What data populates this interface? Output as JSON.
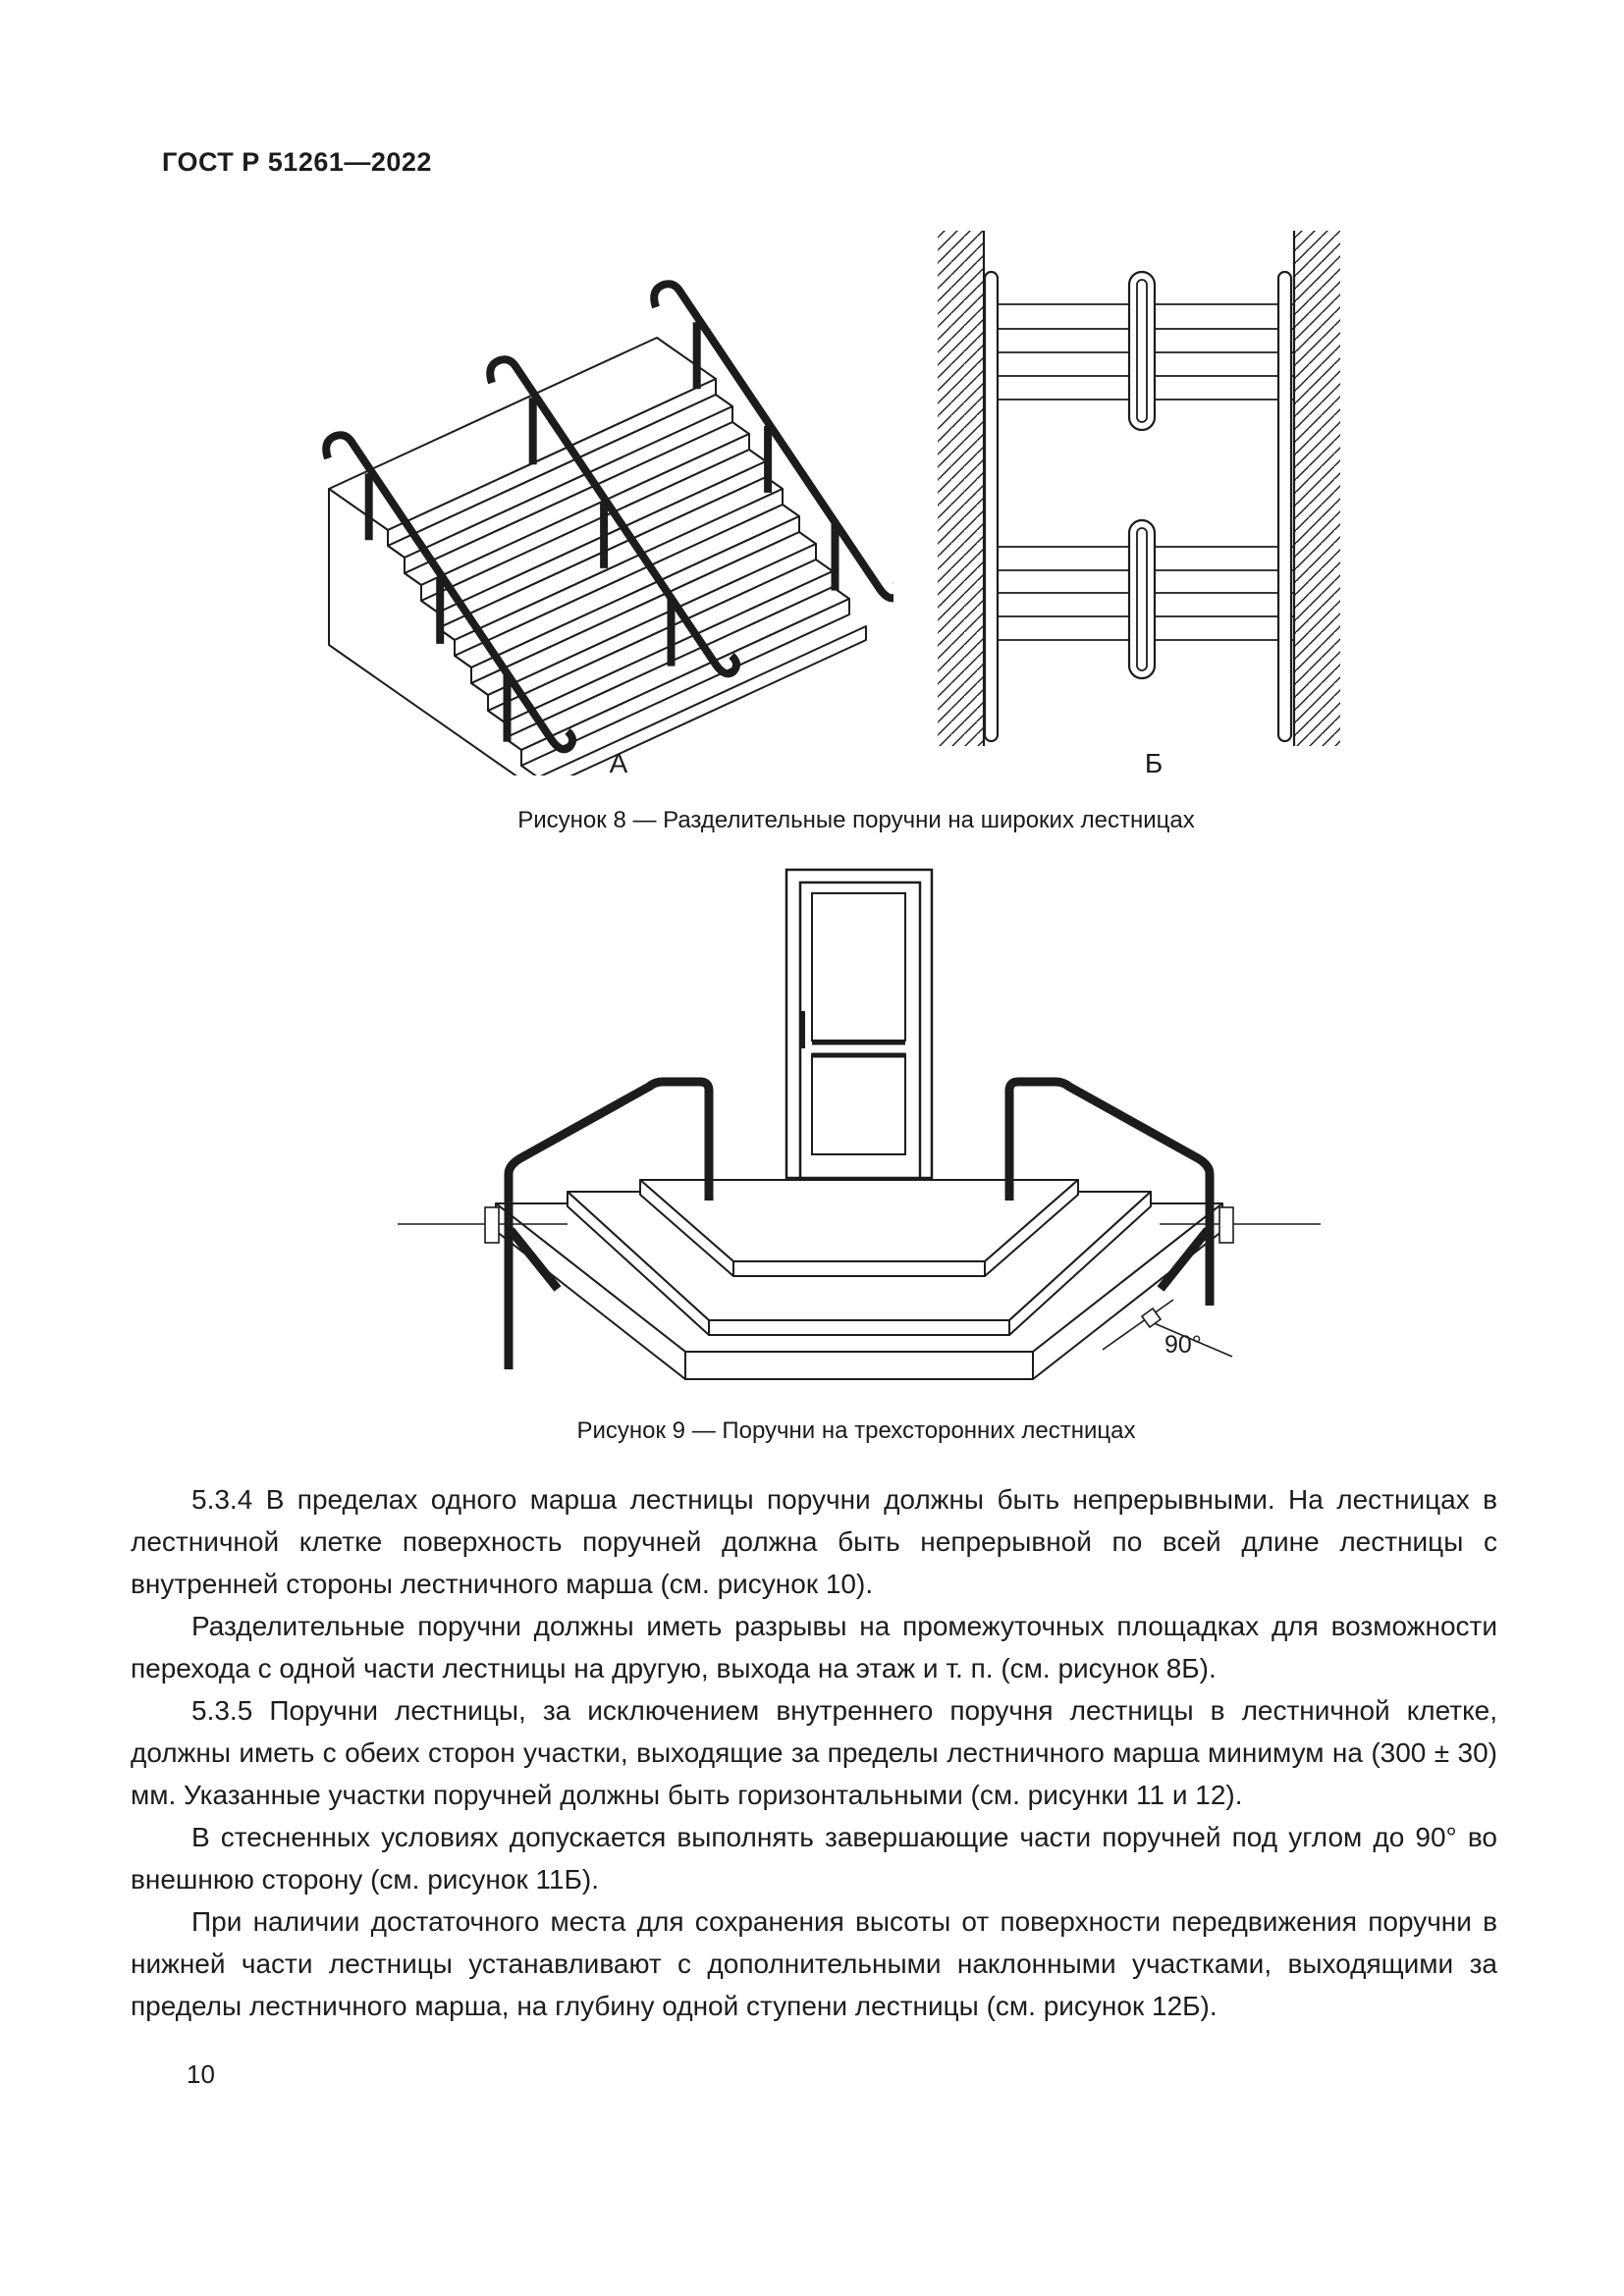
{
  "header": {
    "standard_code": "ГОСТ Р 51261—2022"
  },
  "figure8": {
    "label_a": "А",
    "label_b": "Б",
    "caption": "Рисунок 8 — Разделительные поручни на широких лестницах"
  },
  "figure9": {
    "caption": "Рисунок 9 — Поручни на трехсторонних лестницах",
    "angle_label": "90°"
  },
  "body": {
    "paragraphs": [
      "5.3.4 В пределах одного марша лестницы поручни должны быть непрерывными. На лестницах в лестничной клетке поверхность поручней должна быть непрерывной по всей длине лестницы с внутренней стороны лестничного марша (см. рисунок 10).",
      "Разделительные поручни должны иметь разрывы на промежуточных площадках для возможности перехода с одной части лестницы на другую, выхода на этаж и т. п. (см. рисунок 8Б).",
      "5.3.5 Поручни лестницы, за исключением внутреннего поручня лестницы в лестничной клетке, должны иметь с обеих сторон участки, выходящие за пределы лестничного марша минимум на (300 ± 30) мм. Указанные участки поручней должны быть горизонтальными (см. рисунки 11 и 12).",
      "В стесненных условиях допускается выполнять завершающие части поручней под углом до 90° во внешнюю сторону (см. рисунок 11Б).",
      "При наличии достаточного места для сохранения высоты от поверхности передвижения поручни в нижней части лестницы устанавливают с дополнительными наклонными участками, выходящими за пределы лестничного марша, на глубину одной ступени лестницы (см. рисунок 12Б)."
    ]
  },
  "footer": {
    "page_number": "10"
  }
}
